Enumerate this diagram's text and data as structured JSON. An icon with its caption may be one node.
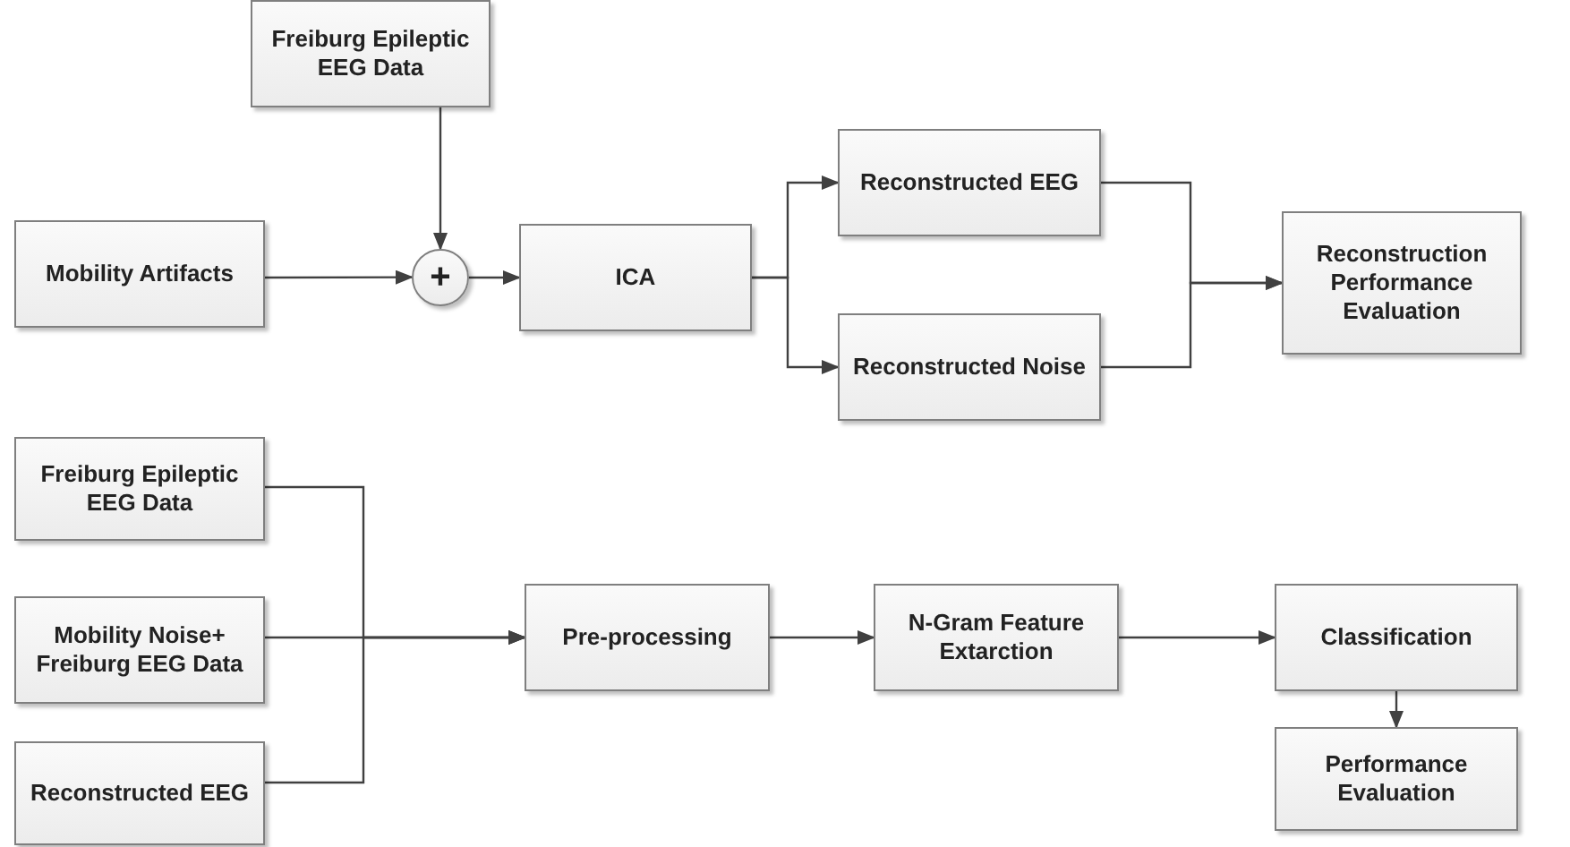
{
  "diagram": {
    "nodes": [
      {
        "text": [
          "Freiburg Epileptic EEG Data"
        ]
      },
      {
        "text": [
          "Mobility Artifacts"
        ]
      },
      {
        "text": [
          "+"
        ]
      },
      {
        "text": [
          "ICA"
        ]
      },
      {
        "text": [
          "Reconstructed EEG"
        ]
      },
      {
        "text": [
          "Reconstructed Noise"
        ]
      },
      {
        "text": [
          "Reconstruction Performance Evaluation"
        ]
      },
      {
        "text": [
          "Freiburg Epileptic EEG Data"
        ]
      },
      {
        "text": [
          "Mobility Noise+ Freiburg EEG Data"
        ]
      },
      {
        "text": [
          "Reconstructed EEG"
        ]
      },
      {
        "text": [
          "Pre-processing"
        ]
      },
      {
        "text": [
          "N-Gram Feature Extarction"
        ]
      },
      {
        "text": [
          "Classification"
        ]
      },
      {
        "text": [
          "Performance Evaluation"
        ]
      }
    ],
    "edges": [
      {
        "from": 0,
        "to": 2,
        "arrow": "to"
      },
      {
        "from": 1,
        "to": 2,
        "arrow": "to"
      },
      {
        "from": 2,
        "to": 3,
        "arrow": "to"
      },
      {
        "from": 3,
        "to": 4,
        "arrow": "to"
      },
      {
        "from": 3,
        "to": 5,
        "arrow": "to"
      },
      {
        "from": 4,
        "to": 6,
        "arrow": "to"
      },
      {
        "from": 5,
        "to": 6,
        "arrow": "to"
      },
      {
        "from": 7,
        "to": 10,
        "arrow": "to"
      },
      {
        "from": 8,
        "to": 10,
        "arrow": "to"
      },
      {
        "from": 9,
        "to": 10,
        "arrow": "to"
      },
      {
        "from": 10,
        "to": 11,
        "arrow": "to"
      },
      {
        "from": 11,
        "to": 12,
        "arrow": "to"
      },
      {
        "from": 12,
        "to": 13,
        "arrow": "to"
      }
    ]
  }
}
